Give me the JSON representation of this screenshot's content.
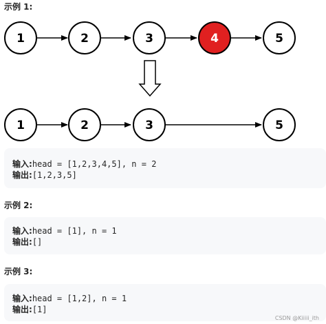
{
  "examples": [
    {
      "heading": "示例 1:",
      "input_label": "输入:",
      "input_value": "head = [1,2,3,4,5], n = 2",
      "output_label": "输出:",
      "output_value": "[1,2,3,5]"
    },
    {
      "heading": "示例 2:",
      "input_label": "输入:",
      "input_value": "head = [1], n = 1",
      "output_label": "输出:",
      "output_value": "[]"
    },
    {
      "heading": "示例 3:",
      "input_label": "输入:",
      "input_value": "head = [1,2], n = 1",
      "output_label": "输出:",
      "output_value": "[1]"
    }
  ],
  "diagram": {
    "before": [
      "1",
      "2",
      "3",
      "4",
      "5"
    ],
    "removed": "4",
    "after": [
      "1",
      "2",
      "3",
      "5"
    ]
  },
  "colors": {
    "removed_fill": "#e02020",
    "node_stroke": "#000000"
  },
  "watermark": "CSDN @Kiiiii_ith"
}
